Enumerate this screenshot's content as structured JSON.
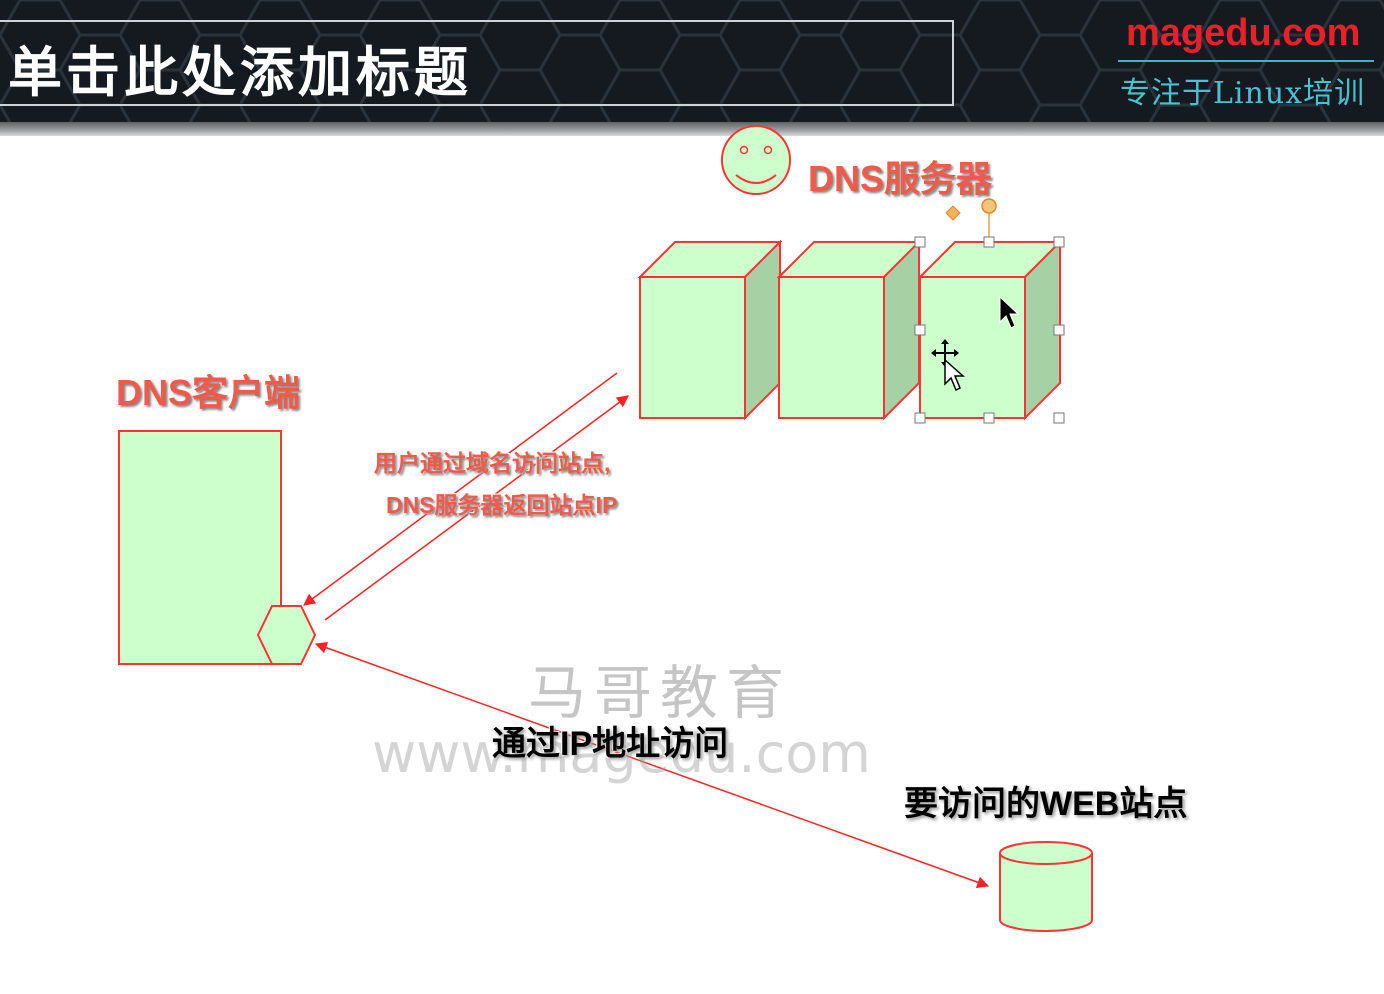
{
  "header": {
    "title": "单击此处添加标题",
    "brand": "magedu.com",
    "slogan": "专注于Linux培训"
  },
  "diagram": {
    "server_label": "DNS服务器",
    "client_label": "DNS客户端",
    "query_line1": "用户通过域名访问站点,",
    "query_line2": "DNS服务器返回站点IP",
    "ip_access_label": "通过IP地址访问",
    "web_site_label": "要访问的WEB站点",
    "shapes": {
      "server_count": 3,
      "icons": [
        "smiley-icon",
        "arrow-cursor-icon",
        "move-cursor-icon"
      ]
    }
  },
  "watermark": {
    "cn": "马哥教育",
    "url": "www.magedu.com"
  },
  "colors": {
    "shape_fill": "#ccffcc",
    "shape_side": "#a5d1a5",
    "shape_stroke": "#ff3333",
    "label_red": "#f05a4a",
    "brand_red": "#e8202a",
    "slogan_cyan": "#48c2d2",
    "header_bg": "#141a20"
  }
}
